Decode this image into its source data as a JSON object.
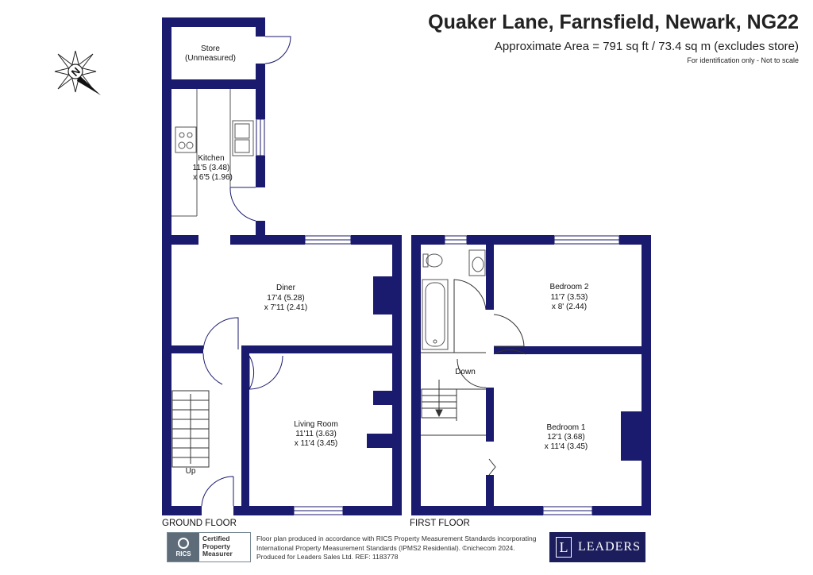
{
  "header": {
    "title": "Quaker Lane, Farnsfield, Newark, NG22",
    "area": "Approximate Area = 791 sq ft / 73.4 sq m (excludes store)",
    "note": "For identification only - Not to scale"
  },
  "compass": {
    "letter": "N"
  },
  "ground_floor": {
    "label": "GROUND FLOOR",
    "store": {
      "name": "Store",
      "size": "(Unmeasured)"
    },
    "kitchen": {
      "name": "Kitchen",
      "dim1": "11'5 (3.48)",
      "dim2": "x 6'5 (1.96)"
    },
    "diner": {
      "name": "Diner",
      "dim1": "17'4 (5.28)",
      "dim2": "x 7'11 (2.41)"
    },
    "living": {
      "name": "Living Room",
      "dim1": "11'11 (3.63)",
      "dim2": "x 11'4 (3.45)"
    },
    "stairs": "Up"
  },
  "first_floor": {
    "label": "FIRST FLOOR",
    "bedroom2": {
      "name": "Bedroom 2",
      "dim1": "11'7 (3.53)",
      "dim2": "x 8' (2.44)"
    },
    "bedroom1": {
      "name": "Bedroom 1",
      "dim1": "12'1 (3.68)",
      "dim2": "x 11'4 (3.45)"
    },
    "stairs": "Down"
  },
  "footer": {
    "line1": "Floor plan produced in accordance with RICS Property Measurement Standards incorporating",
    "line2": "International Property Measurement Standards (IPMS2 Residential).  ©nichecom 2024.",
    "line3": "Produced for Leaders Sales Ltd.   REF:  1183778",
    "rics_logo": "RICS",
    "rics_line1": "Certified",
    "rics_line2": "Property",
    "rics_line3": "Measurer",
    "brand_initial": "L",
    "brand": "LEADERS"
  },
  "colors": {
    "wall": "#1a1a6e",
    "brand": "#1c1d5c"
  }
}
